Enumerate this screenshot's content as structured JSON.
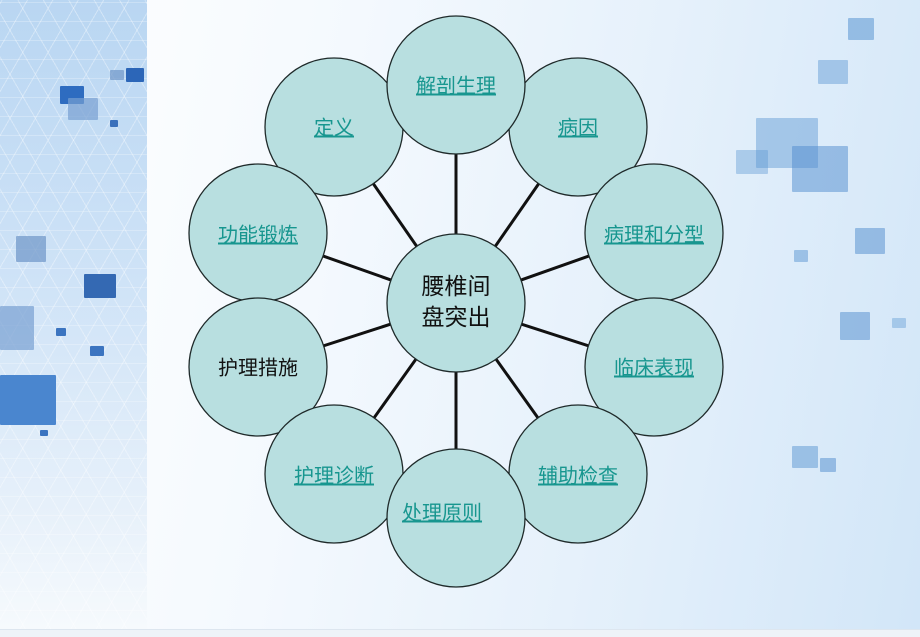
{
  "slide": {
    "center": {
      "line1": "腰椎间",
      "line2": "盘突出"
    },
    "nodes": [
      {
        "id": "anatomy",
        "label": "解剖生理",
        "link": true
      },
      {
        "id": "definition",
        "label": "定义",
        "link": true
      },
      {
        "id": "etiology",
        "label": "病因",
        "link": true
      },
      {
        "id": "exercise",
        "label": "功能锻炼",
        "link": true
      },
      {
        "id": "pathology",
        "label": "病理和分型",
        "link": true
      },
      {
        "id": "nursing-measures",
        "label": "护理措施",
        "link": false
      },
      {
        "id": "clinical",
        "label": "临床表现",
        "link": true
      },
      {
        "id": "nursing-diagnosis",
        "label": "护理诊断",
        "link": true
      },
      {
        "id": "auxiliary-exam",
        "label": "辅助检查",
        "link": true
      },
      {
        "id": "treatment",
        "label": "处理原则",
        "link": true
      }
    ]
  },
  "colors": {
    "circle_fill": "#b8dfe0",
    "circle_stroke": "#1f2a2a",
    "link_text": "#17968f",
    "plain_text": "#111111",
    "connector": "#111111"
  }
}
